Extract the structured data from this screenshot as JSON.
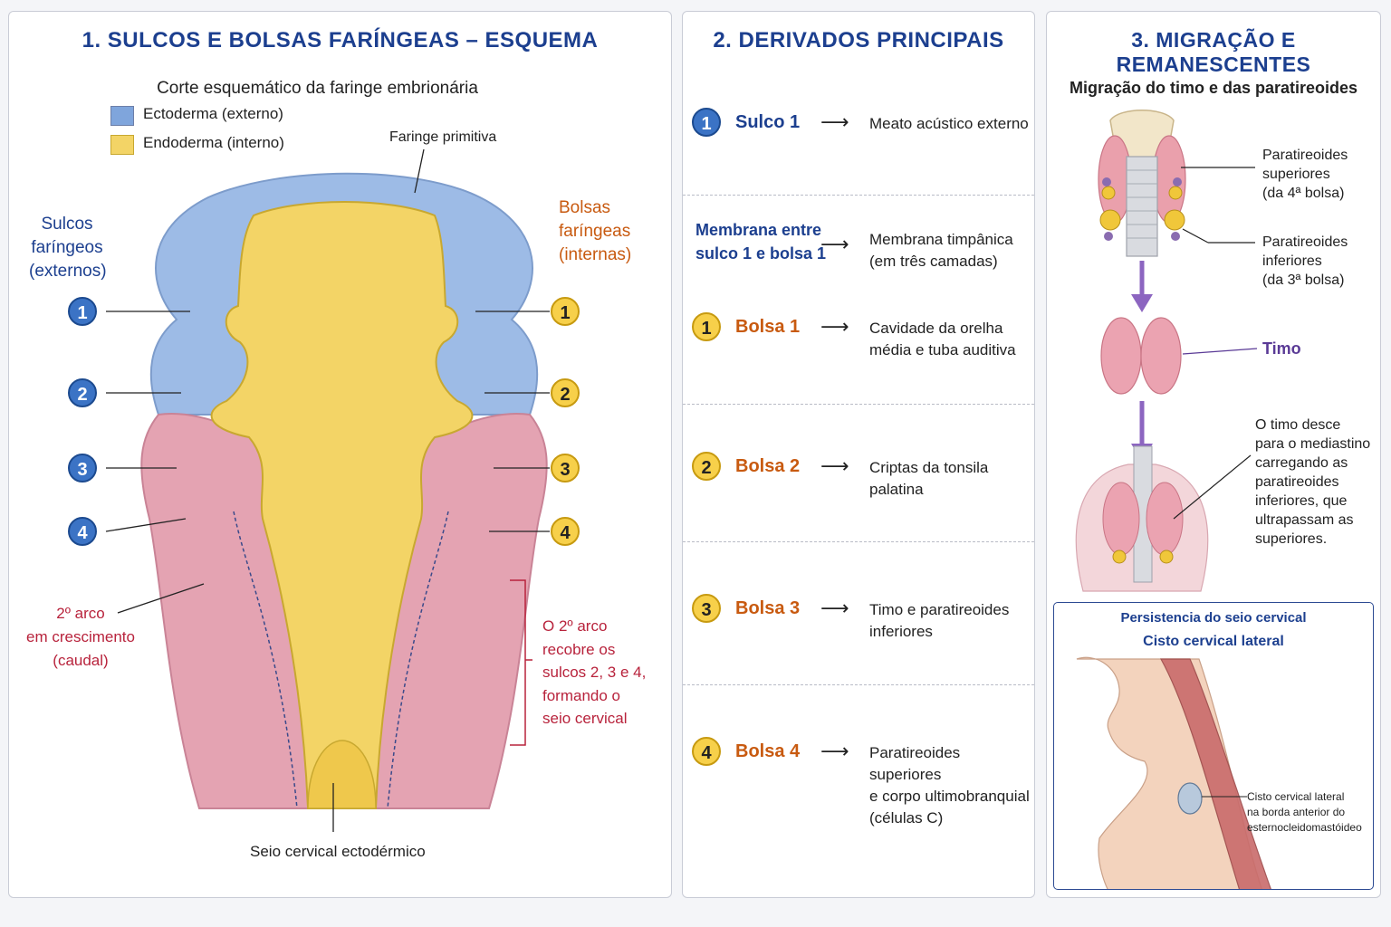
{
  "panel1": {
    "title": "1. SULCOS E BOLSAS FARÍNGEAS – ESQUEMA",
    "subtitle": "Corte esquemático da faringe embrionária",
    "legend": {
      "ectoderm": "Ectoderma (externo)",
      "endoderm": "Endoderma (interno)"
    },
    "faringe_label": "Faringe primitiva",
    "sulcos_label": [
      "Sulcos",
      "faríngeos",
      "(externos)"
    ],
    "bolsas_label": [
      "Bolsas",
      "faríngeas",
      "(internas)"
    ],
    "numbers": [
      "1",
      "2",
      "3",
      "4"
    ],
    "arco_label": [
      "2º arco",
      "em crescimento",
      "(caudal)"
    ],
    "arco_note": [
      "O 2º arco",
      "recobre os",
      "sulcos 2, 3 e 4,",
      "formando o",
      "seio cervical"
    ],
    "seio_label": "Seio cervical ectodérmico"
  },
  "panel2": {
    "title": "2. DERIVADOS PRINCIPAIS",
    "rows": [
      {
        "num": "1",
        "label": "Sulco 1",
        "derivative": [
          "Meato acústico externo"
        ]
      },
      {
        "num": "",
        "label": [
          "Membrana entre",
          "sulco 1 e bolsa 1"
        ],
        "derivative": [
          "Membrana timpânica",
          "(em três camadas)"
        ]
      },
      {
        "num": "1",
        "label": "Bolsa 1",
        "derivative": [
          "Cavidade da orelha",
          "média e tuba auditiva"
        ]
      },
      {
        "num": "2",
        "label": "Bolsa 2",
        "derivative": [
          "Criptas da tonsila",
          "palatina"
        ]
      },
      {
        "num": "3",
        "label": "Bolsa 3",
        "derivative": [
          "Timo e paratireoides",
          "inferiores"
        ]
      },
      {
        "num": "4",
        "label": "Bolsa 4",
        "derivative": [
          "Paratireoides superiores",
          "e corpo ultimobranquial",
          "(células C)"
        ]
      }
    ],
    "arrow": "⟶"
  },
  "panel3": {
    "title": "3. MIGRAÇÃO E REMANESCENTES",
    "subtitle": "Migração do timo e das paratireoides",
    "par_sup": [
      "Paratireoides",
      "superiores",
      "(da 4ª bolsa)"
    ],
    "par_inf": [
      "Paratireoides",
      "inferiores",
      "(da 3ª bolsa)"
    ],
    "timo": "Timo",
    "desce": [
      "O timo desce",
      "para o mediastino",
      "carregando as",
      "paratireoides",
      "inferiores, que",
      "ultrapassam as",
      "superiores."
    ],
    "box_title": "Persistencia do seio cervical",
    "box_subtitle": "Cisto cervical lateral",
    "cisto": [
      "Cisto cervical lateral",
      "na borda anterior do",
      "esternocleidomastóideo"
    ]
  },
  "colors": {
    "ectoderm": "#9dbbe6",
    "endoderm": "#f3d466",
    "mesoderm": "#e4a3b2",
    "title": "#1c3f8f",
    "orange": "#c85a10",
    "red": "#b8233c"
  }
}
